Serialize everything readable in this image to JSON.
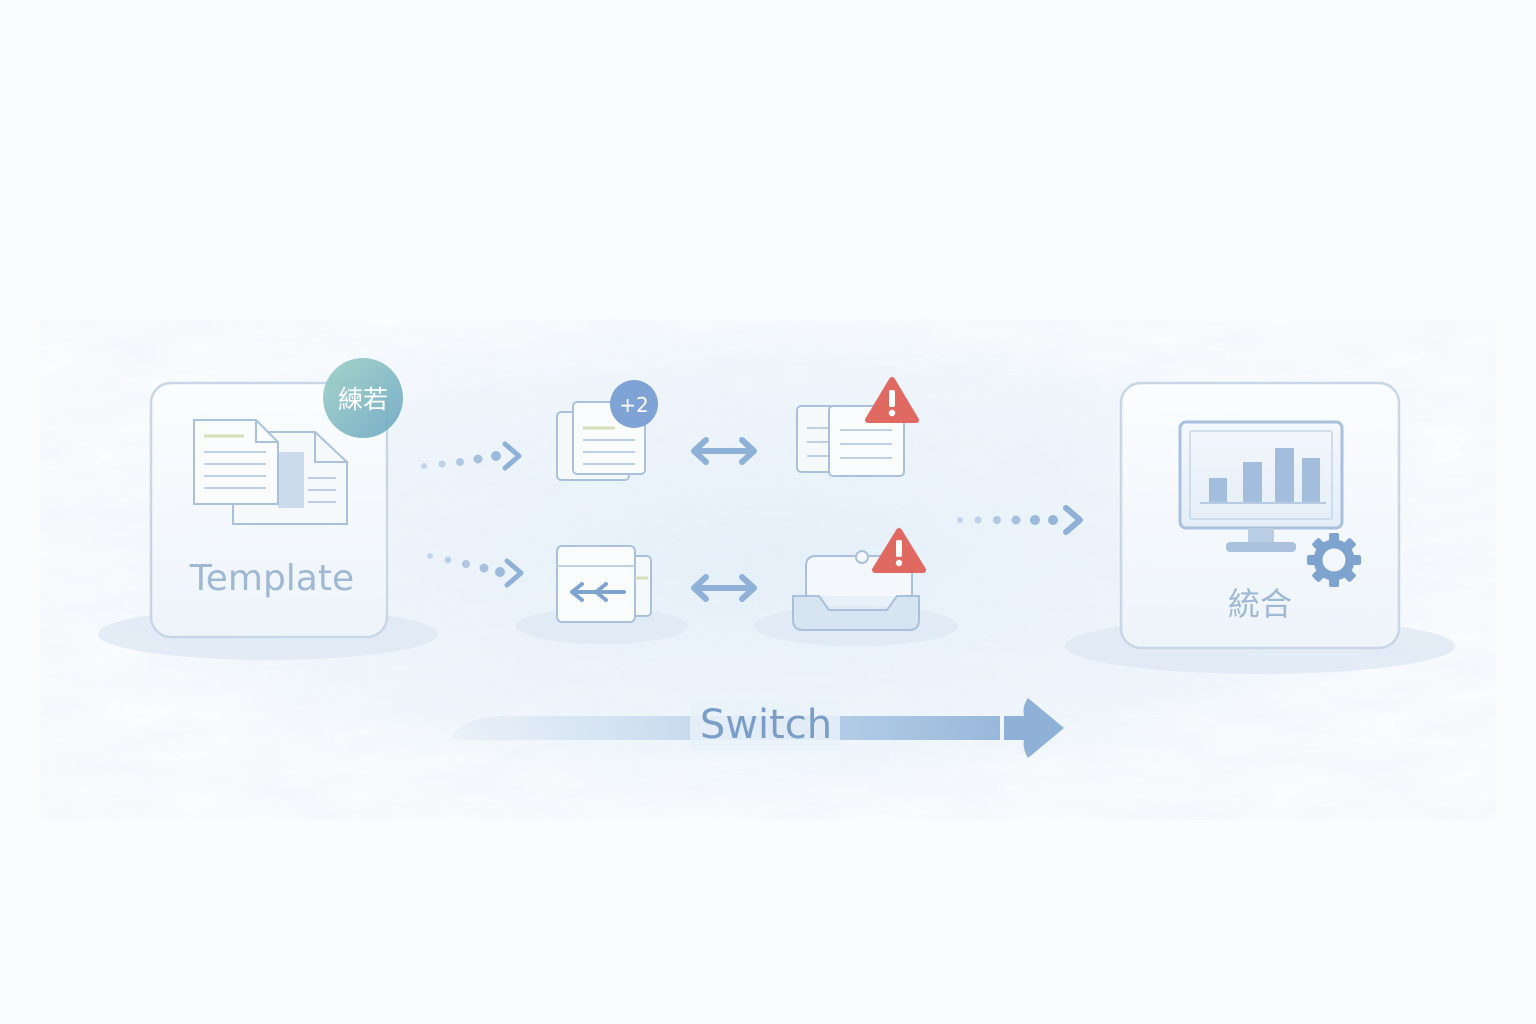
{
  "template_node": {
    "label": "Template",
    "badge_text": "練若"
  },
  "pipeline": {
    "top_badge": "+2"
  },
  "output_node": {
    "label": "統合"
  },
  "flow": {
    "label": "Switch"
  },
  "colors": {
    "accent_blue": "#7fa3cf",
    "alert_red": "#e06a62",
    "teal_badge": "#7fb8c2",
    "card_border": "#c9d6e6"
  }
}
